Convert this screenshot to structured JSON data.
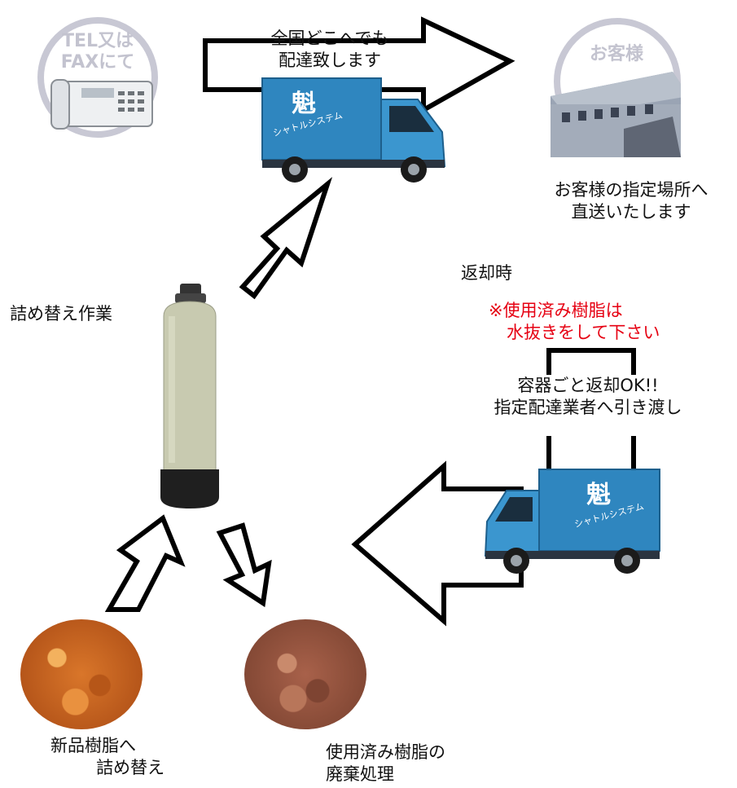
{
  "tel_fax_badge": {
    "line1": "TEL又は",
    "line2": "FAXにて"
  },
  "customer_badge": {
    "label": "お客様"
  },
  "delivery_text": {
    "line1": "全国どこへでも",
    "line2": "配達致します"
  },
  "truck_logo": {
    "kanji": "魁",
    "name": "シャトルシステム"
  },
  "customer_note": {
    "line1": "お客様の指定場所へ",
    "line2": "直送いたします"
  },
  "refill_label": "詰め替え作業",
  "return_label": "返却時",
  "warning": {
    "line1": "※使用済み樹脂は",
    "line2": "水抜きをして下さい"
  },
  "return_note": {
    "line1": "容器ごと返却OK!!",
    "line2": "指定配達業者へ引き渡し"
  },
  "new_resin": {
    "line1": "新品樹脂へ",
    "line2": "詰め替え"
  },
  "used_resin": {
    "line1": "使用済み樹脂の",
    "line2": "廃棄処理"
  },
  "colors": {
    "warning": "#e60012",
    "truck_blue": "#2f86bf",
    "resin_new": "#d9762a",
    "resin_used": "#a8614a",
    "badge_ring": "#c8c8d4"
  }
}
